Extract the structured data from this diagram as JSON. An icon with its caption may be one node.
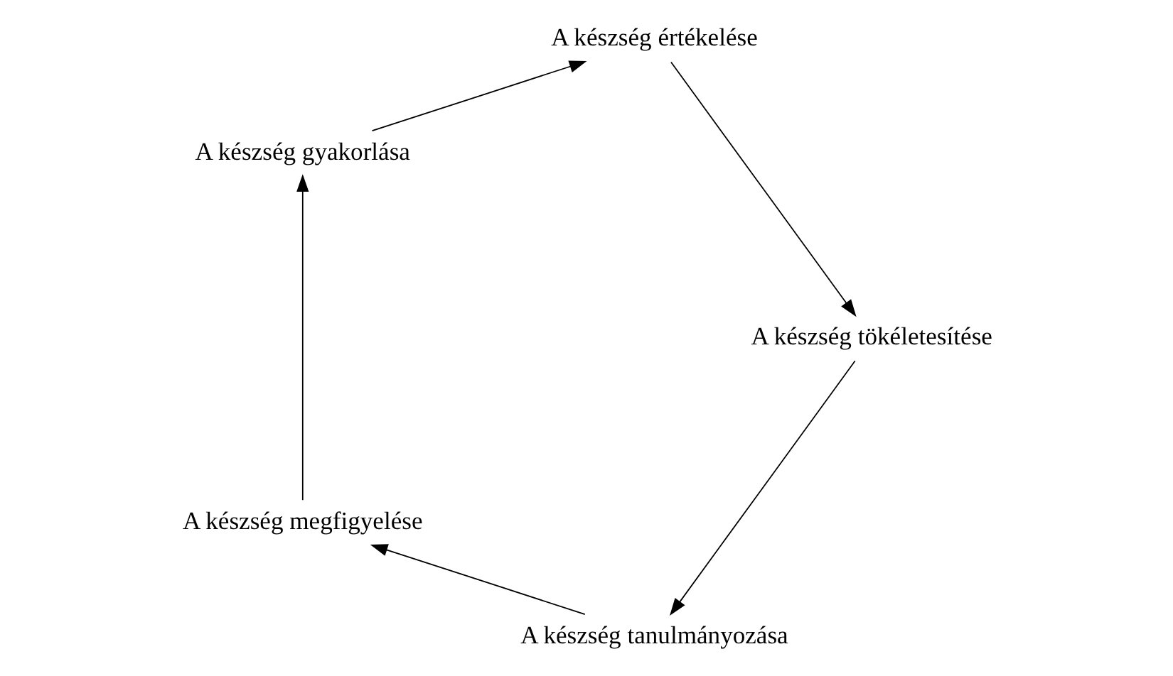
{
  "diagram": {
    "nodes": [
      {
        "text": [
          "A készség tanulmányozása"
        ]
      },
      {
        "text": [
          "A készség tökéletesítése"
        ]
      },
      {
        "text": [
          "A készség megfigyelése"
        ]
      },
      {
        "text": [
          "A készség értékelése"
        ]
      },
      {
        "text": [
          "A készség gyakorlása"
        ]
      }
    ],
    "edges": [
      {
        "from": 0,
        "to": 2,
        "arrow": "to"
      },
      {
        "from": 2,
        "to": 4,
        "arrow": "to"
      },
      {
        "from": 4,
        "to": 3,
        "arrow": "to"
      },
      {
        "from": 3,
        "to": 1,
        "arrow": "to"
      },
      {
        "from": 1,
        "to": 0,
        "arrow": "to"
      }
    ]
  }
}
